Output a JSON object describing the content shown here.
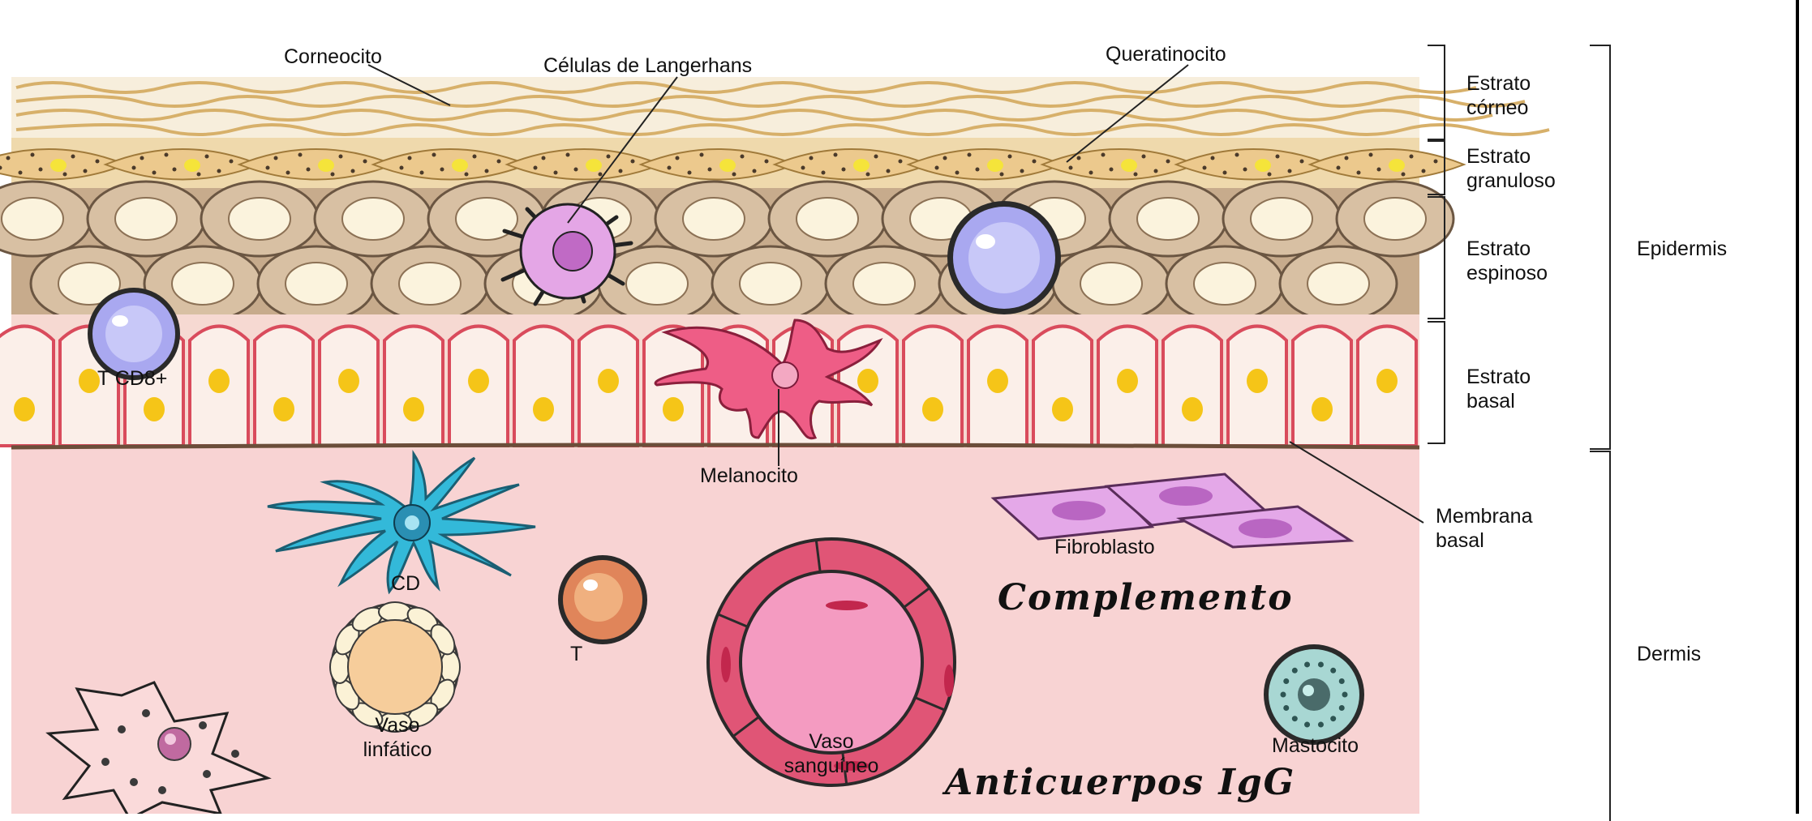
{
  "labels": {
    "corneocito": "Corneocito",
    "langerhans": "Células de Langerhans",
    "queratinocito": "Queratinocito",
    "tcd8": "T CD8+",
    "melanocito": "Melanocito",
    "cd": "CD",
    "fibroblasto": "Fibroblasto",
    "t": "T",
    "vaso_linfatico_1": "Vaso",
    "vaso_linfatico_2": "linfático",
    "vaso_sanguineo_1": "Vaso",
    "vaso_sanguineo_2": "sanguíneo",
    "mastocito": "Mastocito",
    "membrana_1": "Membrana",
    "membrana_2": "basal",
    "complemento": "Complemento",
    "anticuerpos": "Anticuerpos IgG"
  },
  "strata": [
    {
      "line1": "Estrato",
      "line2": "córneo"
    },
    {
      "line1": "Estrato",
      "line2": "granuloso"
    },
    {
      "line1": "Estrato",
      "line2": "espinoso"
    },
    {
      "line1": "Estrato",
      "line2": "basal"
    }
  ],
  "regions": {
    "epidermis": "Epidermis",
    "dermis": "Dermis"
  },
  "colors": {
    "dermis": "#f8d3d3",
    "corneum": "#f6ecd6",
    "granular": "#ecc98d",
    "spinous_cell": "#d8c0a3",
    "spinous_nucleus": "#fbf3dd",
    "basal_border": "#d94b5c",
    "basal_nucleus": "#f5c518",
    "langerhans": "#e4a6e6",
    "lymphocyte": "#a9a8f0",
    "melanocyte": "#ee5d86",
    "dendritic": "#33b9d9",
    "fibroblast": "#e4a8e8",
    "vessel": "#e05576",
    "mast": "#a8d7d3"
  }
}
